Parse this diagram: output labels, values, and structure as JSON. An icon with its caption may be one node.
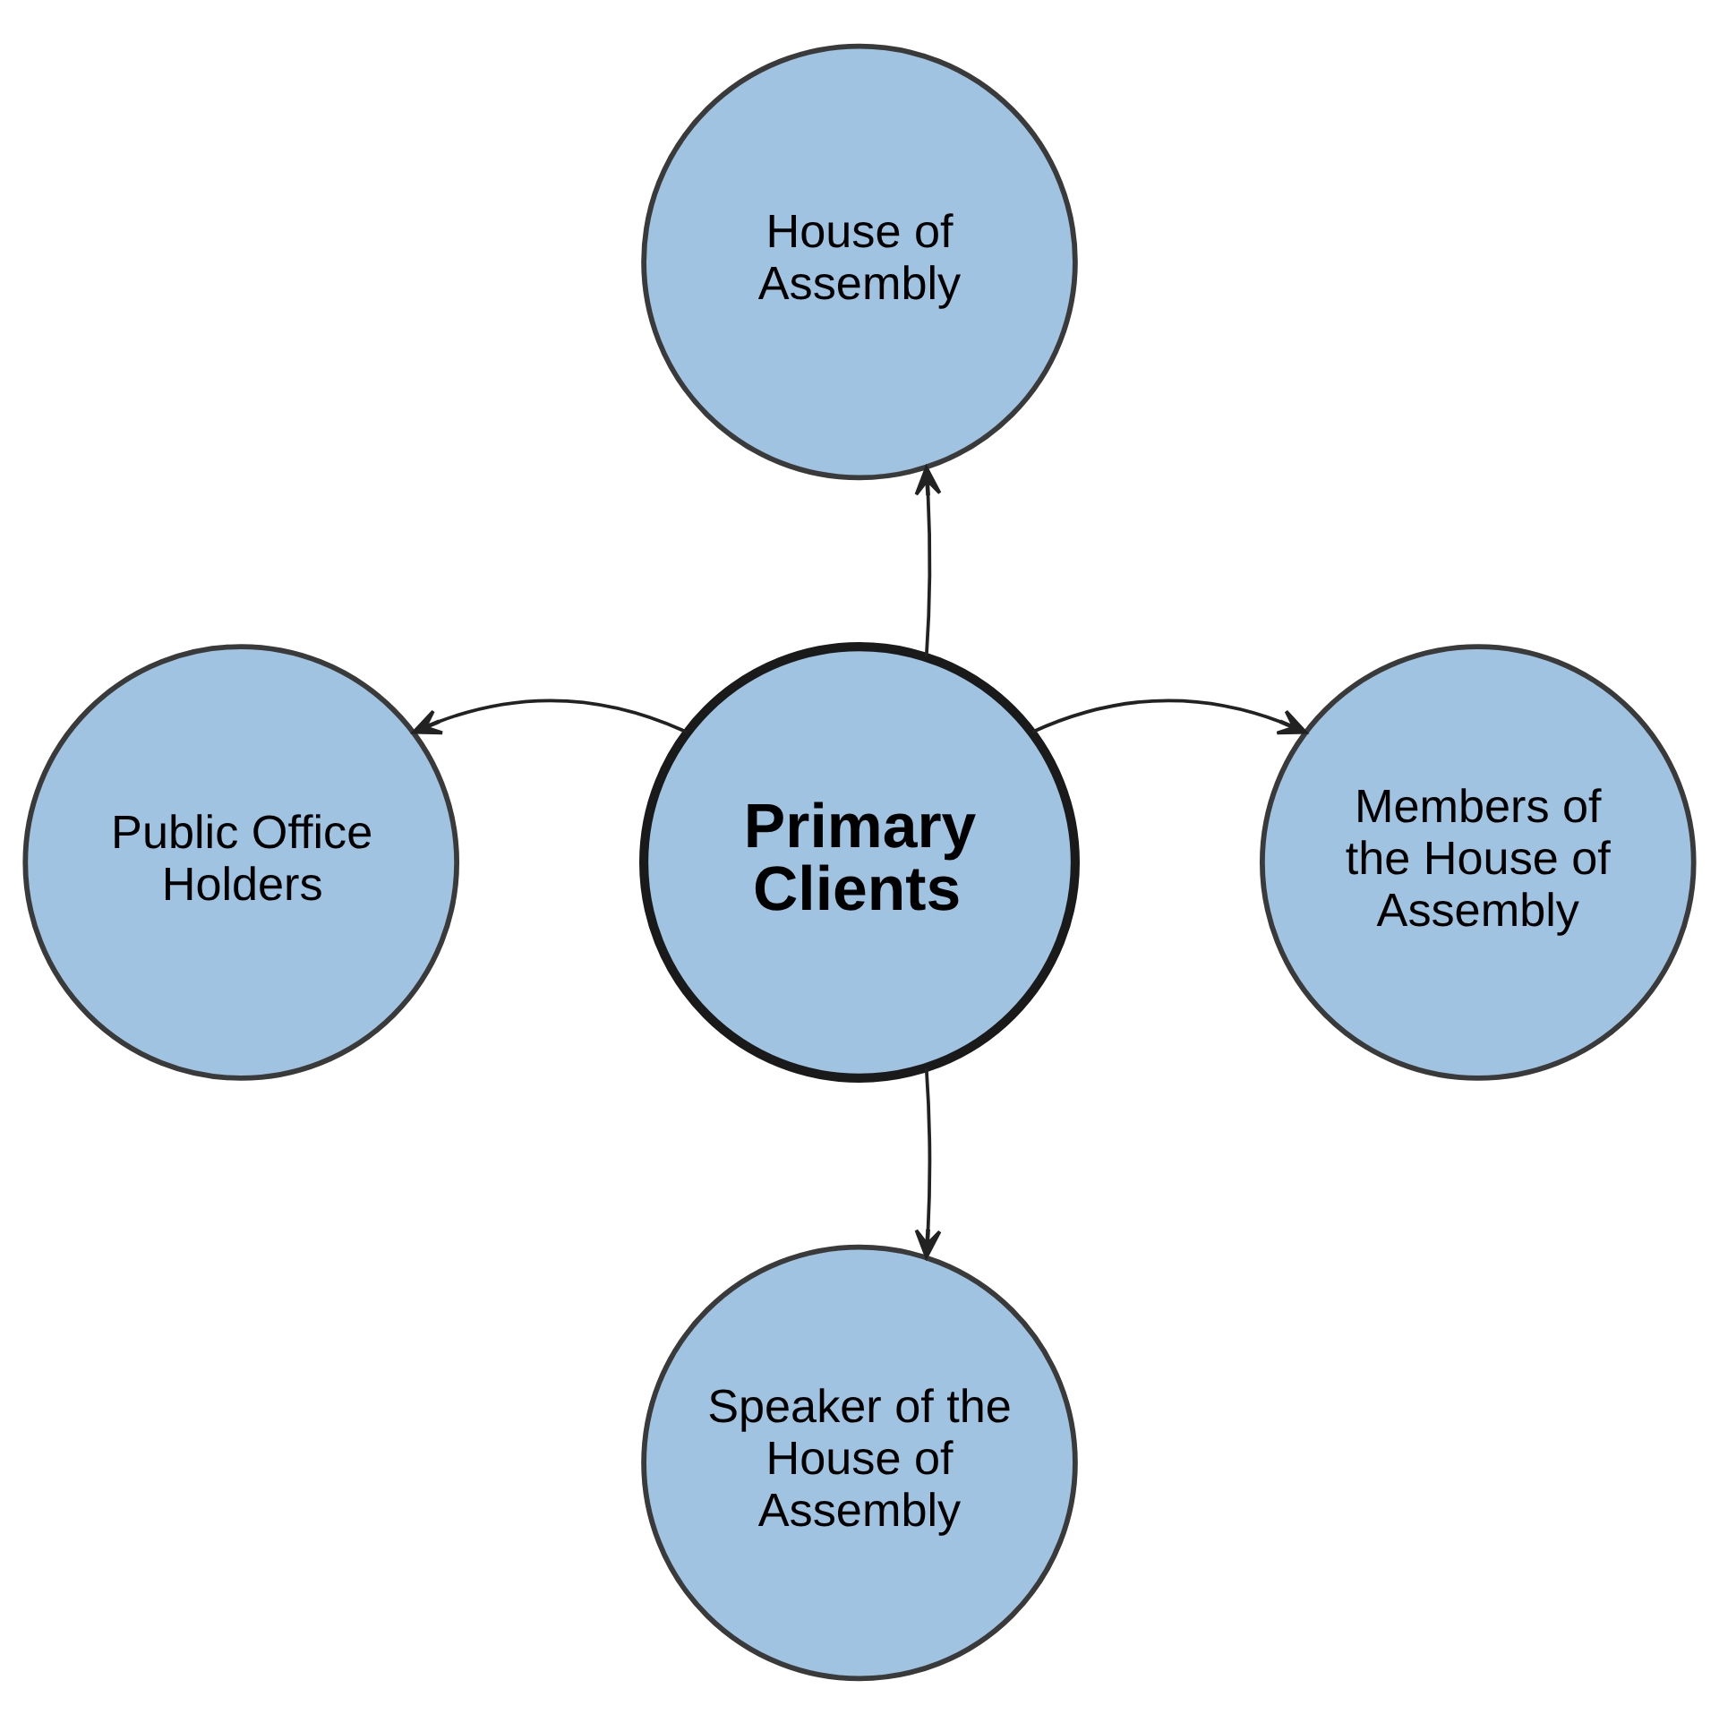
{
  "diagram": {
    "nodes": [
      {
        "text": [
          "House of Assembly"
        ]
      },
      {
        "text": [
          "Public Office Holders"
        ]
      },
      {
        "text": [
          "Primary Clients"
        ]
      },
      {
        "text": [
          "Members of the House of Assembly"
        ]
      },
      {
        "text": [
          "Speaker of the House of Assembly"
        ]
      }
    ],
    "edges": [
      {
        "from": 2,
        "to": 0,
        "arrow": "to"
      },
      {
        "from": 2,
        "to": 1,
        "arrow": "to"
      },
      {
        "from": 2,
        "to": 3,
        "arrow": "to"
      },
      {
        "from": 2,
        "to": 4,
        "arrow": "to"
      }
    ]
  }
}
